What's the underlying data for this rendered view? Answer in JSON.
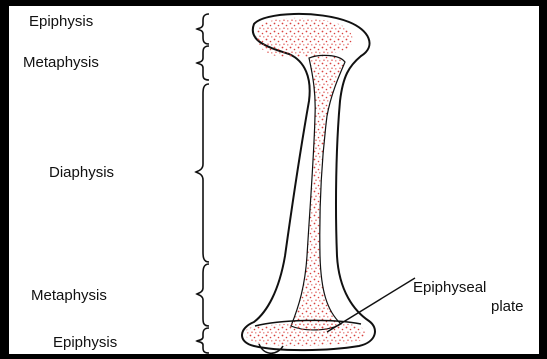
{
  "labels": {
    "epiphysis_top": "Epiphysis",
    "metaphysis_top": "Metaphysis",
    "diaphysis": "Diaphysis",
    "metaphysis_bottom": "Metaphysis",
    "epiphysis_bottom": "Epiphysis",
    "epiphyseal_plate_line1": "Epiphyseal",
    "epiphyseal_plate_line2": "plate"
  },
  "colors": {
    "background_frame": "#000000",
    "panel": "#ffffff",
    "outline": "#111111",
    "spongy_bone": "#d9423f",
    "marrow_fill": "#f4cfcd"
  }
}
